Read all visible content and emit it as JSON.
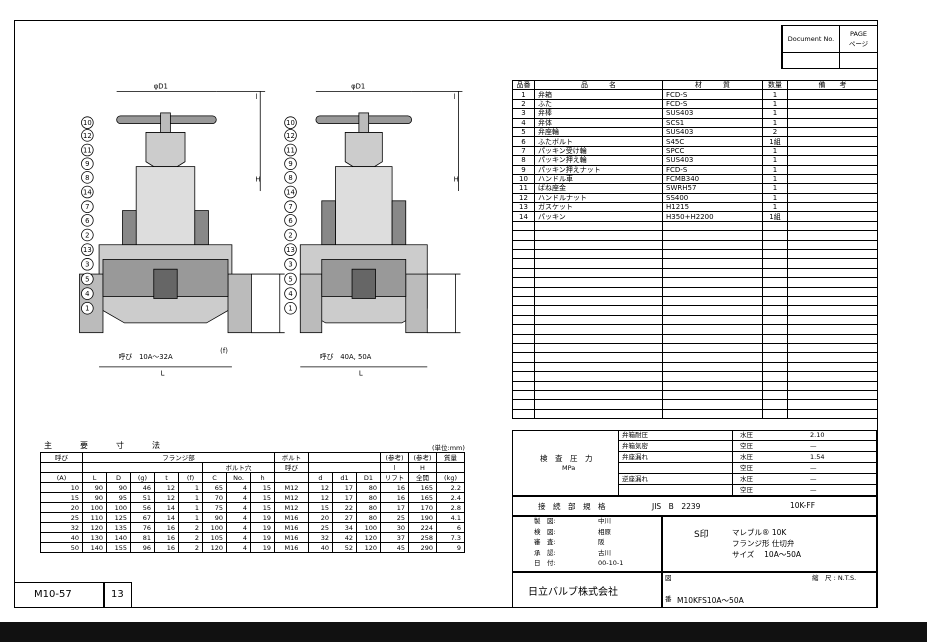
{
  "header": {
    "document_no_label": "Document No.",
    "page_label": "PAGE\nページ"
  },
  "drawing": {
    "left_caption": "呼び　10A～32A",
    "right_caption": "呼び　40A, 50A",
    "phi_d1": "φD1",
    "l_label": "L",
    "f_label": "(f)",
    "h_label": "H",
    "small_l": "l",
    "bubbles_left": [
      "10",
      "12",
      "11",
      "9",
      "8",
      "14",
      "7",
      "6",
      "2",
      "13",
      "3",
      "5",
      "4",
      "1"
    ],
    "bubbles_right": [
      "10",
      "12",
      "11",
      "9",
      "8",
      "14",
      "7",
      "6",
      "2",
      "13",
      "3",
      "5",
      "4",
      "1"
    ]
  },
  "parts_table": {
    "headers": [
      "品番",
      "品　　　名",
      "材　　　質",
      "数量",
      "備　　考"
    ],
    "rows": [
      [
        "1",
        "弁箱",
        "FCD-S",
        "1",
        ""
      ],
      [
        "2",
        "ふた",
        "FCD-S",
        "1",
        ""
      ],
      [
        "3",
        "弁棒",
        "SUS403",
        "1",
        ""
      ],
      [
        "4",
        "弁体",
        "SCS1",
        "1",
        ""
      ],
      [
        "5",
        "弁座輪",
        "SUS403",
        "2",
        ""
      ],
      [
        "6",
        "ふたボルト",
        "S45C",
        "1組",
        ""
      ],
      [
        "7",
        "パッキン受け輪",
        "SPCC",
        "1",
        ""
      ],
      [
        "8",
        "パッキン押え輪",
        "SUS403",
        "1",
        ""
      ],
      [
        "9",
        "パッキン押えナット",
        "FCD-S",
        "1",
        ""
      ],
      [
        "10",
        "ハンドル車",
        "FCMB340",
        "1",
        ""
      ],
      [
        "11",
        "ばね座金",
        "SWRH57",
        "1",
        ""
      ],
      [
        "12",
        "ハンドルナット",
        "SS400",
        "1",
        ""
      ],
      [
        "13",
        "ガスケット",
        "H1215",
        "1",
        ""
      ],
      [
        "14",
        "パッキン",
        "H350+H2200",
        "1組",
        ""
      ]
    ],
    "empty_rows": 21
  },
  "dims_table": {
    "title": "主　要　寸　法",
    "unit": "(単位:mm)",
    "header_top": [
      "呼び",
      "",
      "",
      "",
      "",
      "フランジ部",
      "",
      "",
      "",
      "ボルト",
      "",
      "",
      "(参考)",
      "(参考)",
      "質量"
    ],
    "header_mid": [
      "",
      "",
      "",
      "",
      "",
      "",
      "ボルト穴",
      "",
      "",
      "呼び",
      "",
      "",
      "l",
      "H",
      ""
    ],
    "header_bot": [
      "(A)",
      "L",
      "D",
      "(g)",
      "t",
      "(f)",
      "C",
      "No.",
      "h",
      "",
      "d",
      "d1",
      "D1",
      "リフト",
      "全開",
      "(kg)"
    ],
    "rows": [
      [
        "10",
        "90",
        "90",
        "46",
        "12",
        "1",
        "65",
        "4",
        "15",
        "M12",
        "12",
        "17",
        "80",
        "16",
        "165",
        "2.2"
      ],
      [
        "15",
        "90",
        "95",
        "51",
        "12",
        "1",
        "70",
        "4",
        "15",
        "M12",
        "12",
        "17",
        "80",
        "16",
        "165",
        "2.4"
      ],
      [
        "20",
        "100",
        "100",
        "56",
        "14",
        "1",
        "75",
        "4",
        "15",
        "M12",
        "15",
        "22",
        "80",
        "17",
        "170",
        "2.8"
      ],
      [
        "25",
        "110",
        "125",
        "67",
        "14",
        "1",
        "90",
        "4",
        "19",
        "M16",
        "20",
        "27",
        "80",
        "25",
        "190",
        "4.1"
      ],
      [
        "32",
        "120",
        "135",
        "76",
        "16",
        "2",
        "100",
        "4",
        "19",
        "M16",
        "25",
        "34",
        "100",
        "30",
        "224",
        "6"
      ],
      [
        "40",
        "130",
        "140",
        "81",
        "16",
        "2",
        "105",
        "4",
        "19",
        "M16",
        "32",
        "42",
        "120",
        "37",
        "258",
        "7.3"
      ],
      [
        "50",
        "140",
        "155",
        "96",
        "16",
        "2",
        "120",
        "4",
        "19",
        "M16",
        "40",
        "52",
        "120",
        "45",
        "290",
        "9"
      ]
    ]
  },
  "test_pressure": {
    "label": "検　査　圧　力",
    "unit": "MPa",
    "rows": [
      [
        "弁箱耐圧",
        "水圧",
        "2.10"
      ],
      [
        "弁箱気密",
        "空圧",
        "—"
      ],
      [
        "弁座漏れ",
        "水圧",
        "1.54"
      ],
      [
        "",
        "空圧",
        "—"
      ],
      [
        "逆座漏れ",
        "水圧",
        "—"
      ],
      [
        "",
        "空圧",
        "—"
      ]
    ]
  },
  "connection": {
    "label": "接　続　部　規　格",
    "standard": "JIS　B　2239",
    "value": "10K-FF"
  },
  "approval": {
    "rows": [
      [
        "製　図:",
        "中川"
      ],
      [
        "検　図:",
        "相原"
      ],
      [
        "審　査:",
        "阪"
      ],
      [
        "承　認:",
        "古川"
      ],
      [
        "日　付:",
        "00-10-1"
      ]
    ]
  },
  "product": {
    "brand_mark": "S印",
    "line1": "マレブル® 10K",
    "line2": "フランジ形 仕切弁",
    "line3": "サイズ　 10A～50A"
  },
  "title_block": {
    "company": "日立バルブ株式会社",
    "zu_label": "図",
    "ban_label": "番",
    "scale_label": "縮　尺 : N.T.S.",
    "drawing_no": "M10KFS10A～50A"
  },
  "footer": {
    "page_code": "M10-57",
    "page_no": "13"
  }
}
